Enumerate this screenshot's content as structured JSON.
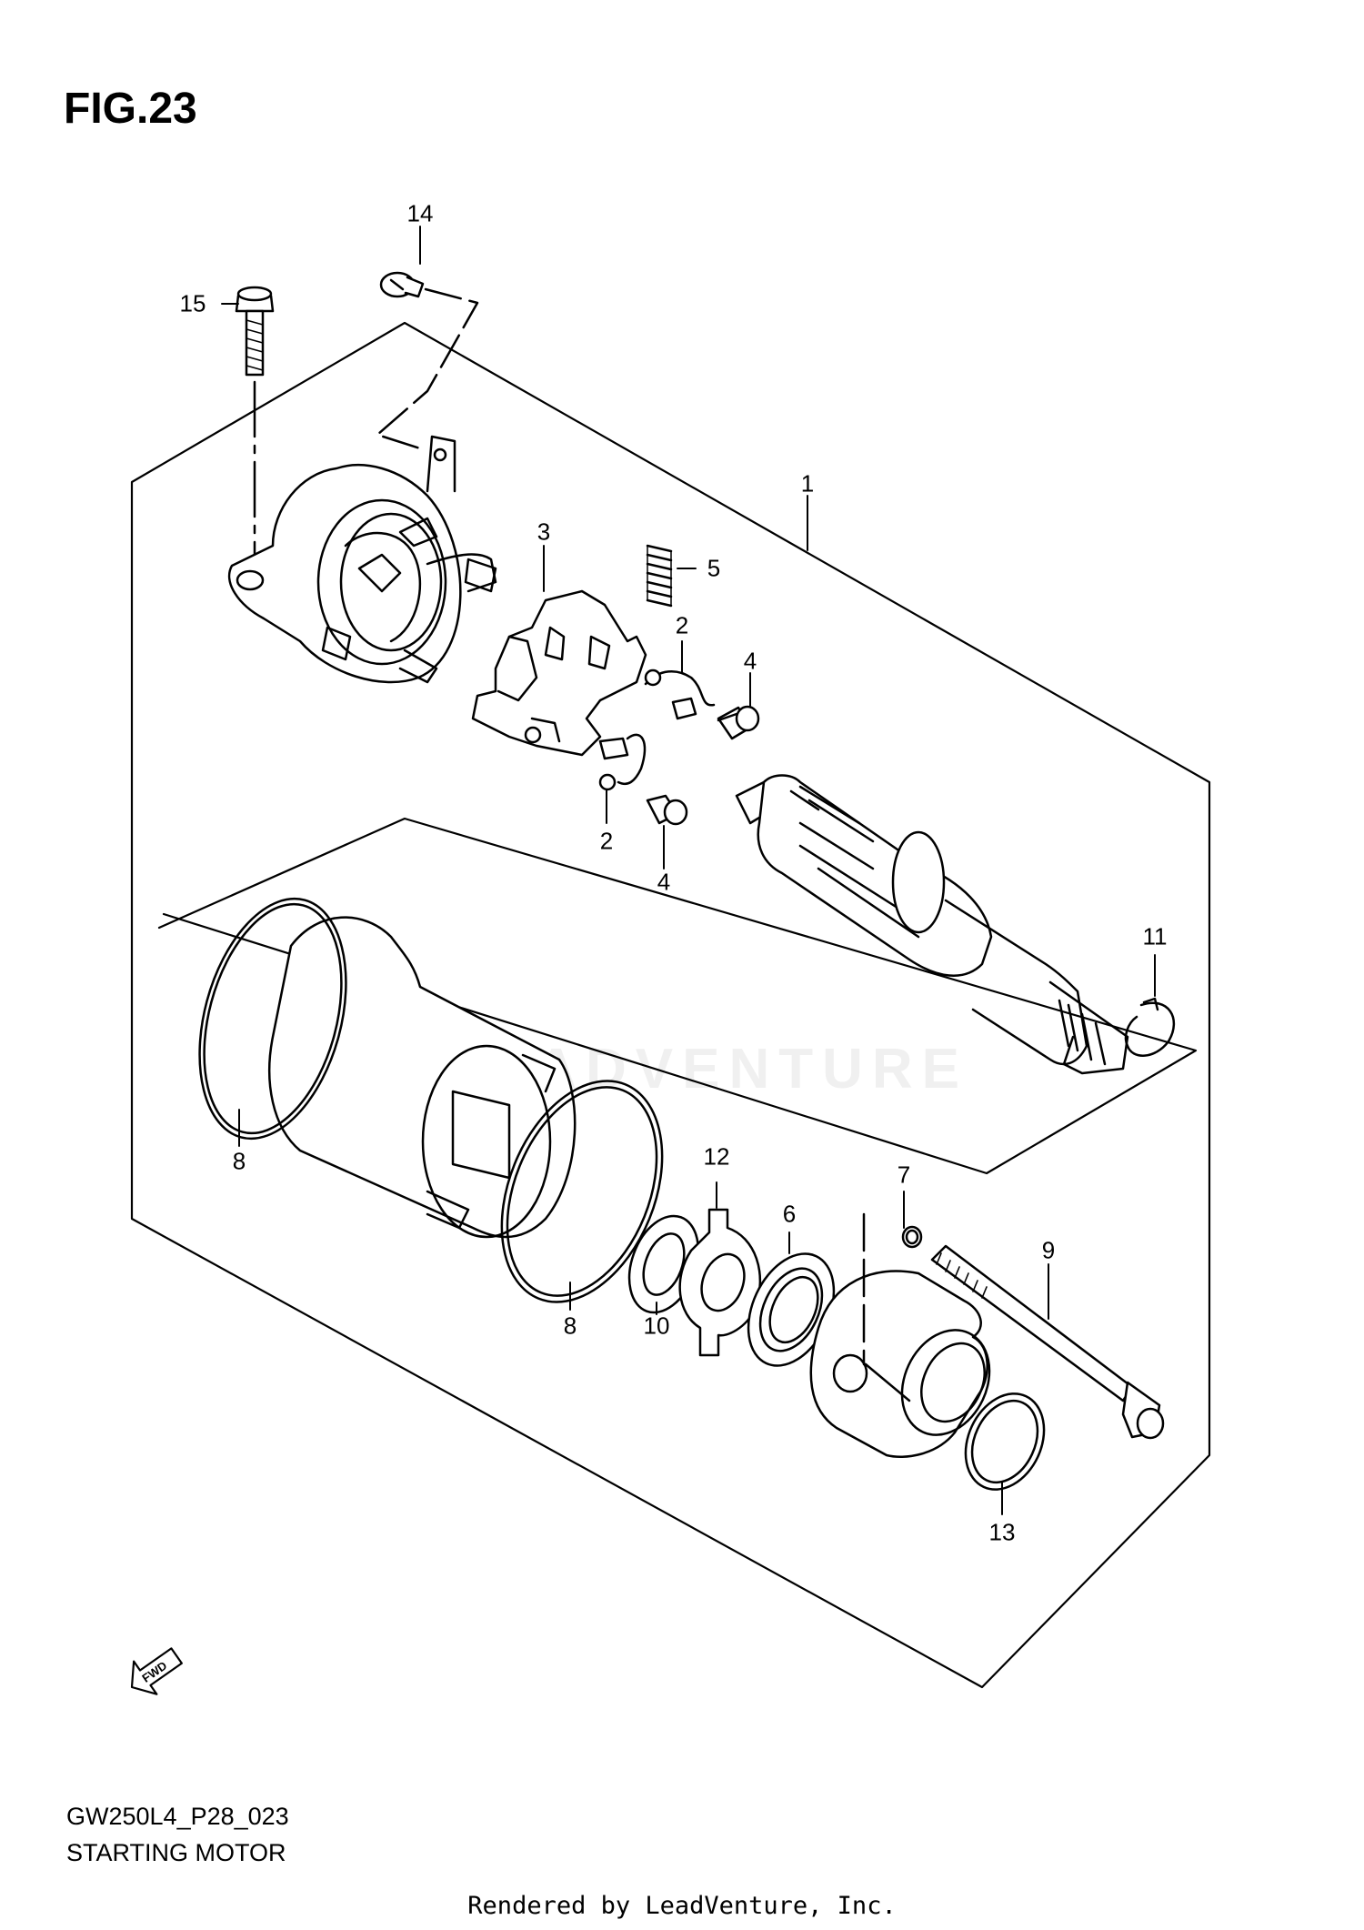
{
  "figure": {
    "title": "FIG.23",
    "code": "GW250L4_P28_023",
    "name": "STARTING MOTOR"
  },
  "watermark": "LEADVENTURE",
  "rendered_by": "Rendered by LeadVenture, Inc.",
  "orientation_icon": {
    "label": "FWD",
    "icon": "fwd-arrow-icon"
  },
  "callouts": [
    {
      "key": "c1",
      "label": "1"
    },
    {
      "key": "c2a",
      "label": "2"
    },
    {
      "key": "c2b",
      "label": "2"
    },
    {
      "key": "c3",
      "label": "3"
    },
    {
      "key": "c4a",
      "label": "4"
    },
    {
      "key": "c4b",
      "label": "4"
    },
    {
      "key": "c5",
      "label": "5"
    },
    {
      "key": "c6",
      "label": "6"
    },
    {
      "key": "c7",
      "label": "7"
    },
    {
      "key": "c8a",
      "label": "8"
    },
    {
      "key": "c8b",
      "label": "8"
    },
    {
      "key": "c9",
      "label": "9"
    },
    {
      "key": "c10",
      "label": "10"
    },
    {
      "key": "c11",
      "label": "11"
    },
    {
      "key": "c12",
      "label": "12"
    },
    {
      "key": "c13",
      "label": "13"
    },
    {
      "key": "c14",
      "label": "14"
    },
    {
      "key": "c15",
      "label": "15"
    }
  ]
}
